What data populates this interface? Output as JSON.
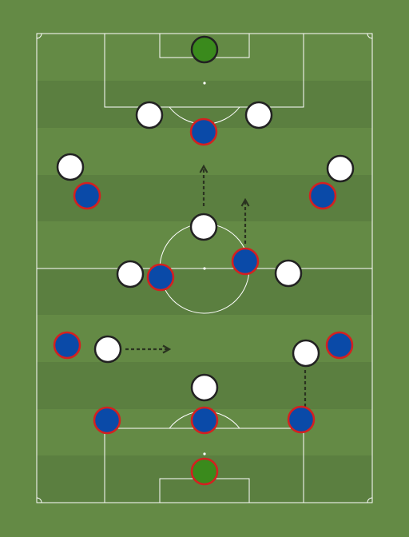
{
  "colors": {
    "grass_light": "#648a45",
    "grass_dark": "#5b7f40",
    "line": "#ffffff",
    "white_player_fill": "#ffffff",
    "white_player_outline": "#222222",
    "blue_player_fill": "#0a4aa8",
    "blue_player_outline": "#d42020",
    "goalkeeper_fill": "#3a8a1c",
    "arrow": "#2a3320"
  },
  "players": [
    {
      "id": "white-gk",
      "team": "white",
      "role": "goalkeeper"
    },
    {
      "id": "white-cb-left",
      "team": "white",
      "role": "outfield"
    },
    {
      "id": "white-cb-right",
      "team": "white",
      "role": "outfield"
    },
    {
      "id": "white-wing-left",
      "team": "white",
      "role": "outfield"
    },
    {
      "id": "white-wing-right",
      "team": "white",
      "role": "outfield"
    },
    {
      "id": "white-cm-top",
      "team": "white",
      "role": "outfield"
    },
    {
      "id": "white-cm-left",
      "team": "white",
      "role": "outfield"
    },
    {
      "id": "white-cm-right",
      "team": "white",
      "role": "outfield"
    },
    {
      "id": "white-low-left",
      "team": "white",
      "role": "outfield"
    },
    {
      "id": "white-low-right",
      "team": "white",
      "role": "outfield"
    },
    {
      "id": "white-low-center",
      "team": "white",
      "role": "outfield"
    },
    {
      "id": "blue-gk",
      "team": "blue",
      "role": "goalkeeper"
    },
    {
      "id": "blue-striker",
      "team": "blue",
      "role": "outfield"
    },
    {
      "id": "blue-wing-left",
      "team": "blue",
      "role": "outfield"
    },
    {
      "id": "blue-wing-right",
      "team": "blue",
      "role": "outfield"
    },
    {
      "id": "blue-cm-right",
      "team": "blue",
      "role": "outfield"
    },
    {
      "id": "blue-cm-left",
      "team": "blue",
      "role": "outfield"
    },
    {
      "id": "blue-fb-left",
      "team": "blue",
      "role": "outfield"
    },
    {
      "id": "blue-fb-right",
      "team": "blue",
      "role": "outfield"
    },
    {
      "id": "blue-cb-left",
      "team": "blue",
      "role": "outfield"
    },
    {
      "id": "blue-cb-center",
      "team": "blue",
      "role": "outfield"
    },
    {
      "id": "blue-cb-right",
      "team": "blue",
      "role": "outfield"
    }
  ],
  "arrows": [
    {
      "id": "arrow-striker-up",
      "direction": "up"
    },
    {
      "id": "arrow-cm-up",
      "direction": "up"
    },
    {
      "id": "arrow-low-left-right",
      "direction": "right"
    },
    {
      "id": "arrow-low-right-down",
      "direction": "down"
    }
  ]
}
